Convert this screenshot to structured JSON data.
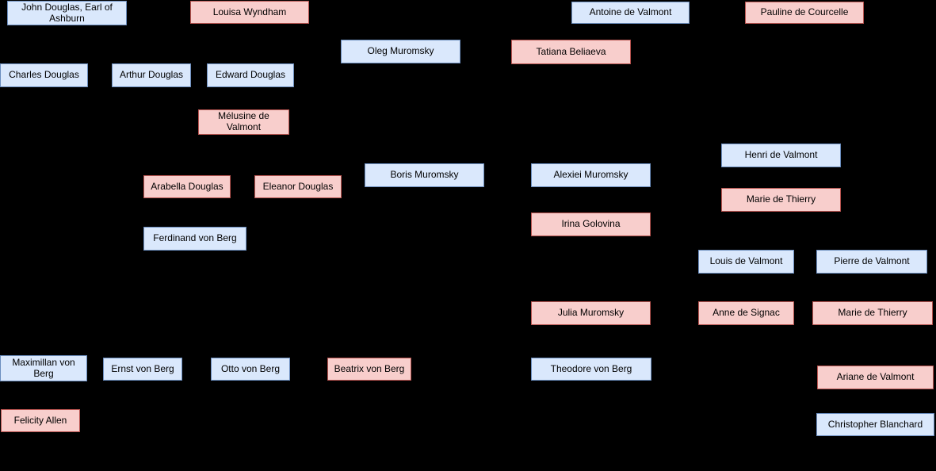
{
  "diagram": {
    "type": "family-tree",
    "background": "#000000",
    "node_colors": {
      "male_fill": "#dae8fc",
      "male_border": "#6c8ebf",
      "female_fill": "#f8cecc",
      "female_border": "#b85450",
      "text": "#000000"
    },
    "nodes": [
      {
        "id": "john-douglas-earl-of-ashburn",
        "label": "John Douglas, Earl of Ashburn",
        "gender": "male"
      },
      {
        "id": "louisa-wyndham",
        "label": "Louisa Wyndham",
        "gender": "female"
      },
      {
        "id": "antoine-de-valmont",
        "label": "Antoine de Valmont",
        "gender": "male"
      },
      {
        "id": "pauline-de-courcelle",
        "label": "Pauline de Courcelle",
        "gender": "female"
      },
      {
        "id": "oleg-muromsky",
        "label": "Oleg Muromsky",
        "gender": "male"
      },
      {
        "id": "tatiana-beliaeva",
        "label": "Tatiana Beliaeva",
        "gender": "female"
      },
      {
        "id": "charles-douglas",
        "label": "Charles Douglas",
        "gender": "male"
      },
      {
        "id": "arthur-douglas",
        "label": "Arthur Douglas",
        "gender": "male"
      },
      {
        "id": "edward-douglas",
        "label": "Edward Douglas",
        "gender": "male"
      },
      {
        "id": "melusine-de-valmont",
        "label": "Mélusine de Valmont",
        "gender": "female"
      },
      {
        "id": "henri-de-valmont",
        "label": "Henri de Valmont",
        "gender": "male"
      },
      {
        "id": "boris-muromsky",
        "label": "Boris Muromsky",
        "gender": "male"
      },
      {
        "id": "alexiei-muromsky",
        "label": "Alexiei Muromsky",
        "gender": "male"
      },
      {
        "id": "arabella-douglas",
        "label": "Arabella Douglas",
        "gender": "female"
      },
      {
        "id": "eleanor-douglas",
        "label": "Eleanor Douglas",
        "gender": "female"
      },
      {
        "id": "marie-de-thierry",
        "label": "Marie de Thierry",
        "gender": "female"
      },
      {
        "id": "irina-golovina",
        "label": "Irina Golovina",
        "gender": "female"
      },
      {
        "id": "ferdinand-von-berg",
        "label": "Ferdinand von Berg",
        "gender": "male"
      },
      {
        "id": "louis-de-valmont",
        "label": "Louis de Valmont",
        "gender": "male"
      },
      {
        "id": "pierre-de-valmont",
        "label": "Pierre de Valmont",
        "gender": "male"
      },
      {
        "id": "julia-muromsky",
        "label": "Julia Muromsky",
        "gender": "female"
      },
      {
        "id": "anne-de-signac",
        "label": "Anne de Signac",
        "gender": "female"
      },
      {
        "id": "marie-de-thierry-2",
        "label": "Marie de Thierry",
        "gender": "female"
      },
      {
        "id": "maximillan-von-berg",
        "label": "Maximillan von Berg",
        "gender": "male"
      },
      {
        "id": "ernst-von-berg",
        "label": "Ernst von Berg",
        "gender": "male"
      },
      {
        "id": "otto-von-berg",
        "label": "Otto von Berg",
        "gender": "male"
      },
      {
        "id": "beatrix-von-berg",
        "label": "Beatrix von Berg",
        "gender": "female"
      },
      {
        "id": "theodore-von-berg",
        "label": "Theodore von Berg",
        "gender": "male"
      },
      {
        "id": "ariane-de-valmont",
        "label": "Ariane de Valmont",
        "gender": "female"
      },
      {
        "id": "felicity-allen",
        "label": "Felicity Allen",
        "gender": "female"
      },
      {
        "id": "christopher-blanchard",
        "label": "Christopher Blanchard",
        "gender": "male"
      }
    ]
  }
}
